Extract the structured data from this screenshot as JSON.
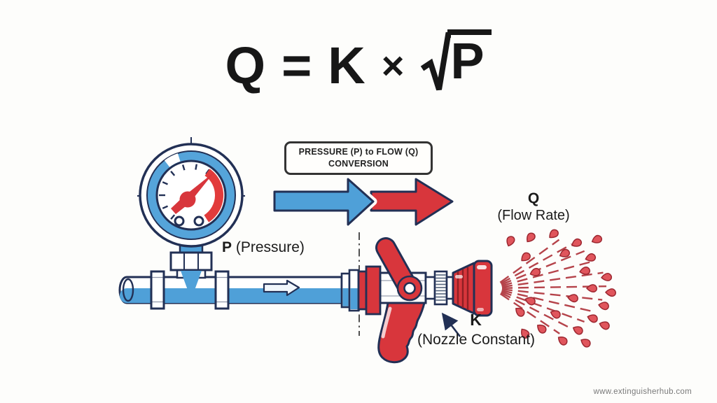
{
  "colors": {
    "outline_navy": "#223055",
    "water_blue": "#4fa0d8",
    "accent_red": "#d8363c",
    "gauge_arc_red": "#e23b3b",
    "spray_red": "#b5434a",
    "droplet_red": "#e0555c",
    "text_dark": "#1b1b1b",
    "box_border": "#333333",
    "watermark_gray": "#7a7a7a",
    "background": "#fdfdfb"
  },
  "formula": {
    "q": "Q",
    "equals": "=",
    "k": "K",
    "times": "×",
    "radicand": "P"
  },
  "conversion_box": {
    "line1": "PRESSURE (P) to FLOW (Q)",
    "line2": "CONVERSION"
  },
  "labels": {
    "pressure": {
      "symbol": "P",
      "caption": "(Pressure)"
    },
    "flow_rate": {
      "symbol": "Q",
      "caption": "(Flow Rate)"
    },
    "nozzle_constant": {
      "symbol": "K",
      "caption": "(Nozzle Constant)"
    }
  },
  "footer": {
    "website": "www.extinguisherhub.com"
  }
}
